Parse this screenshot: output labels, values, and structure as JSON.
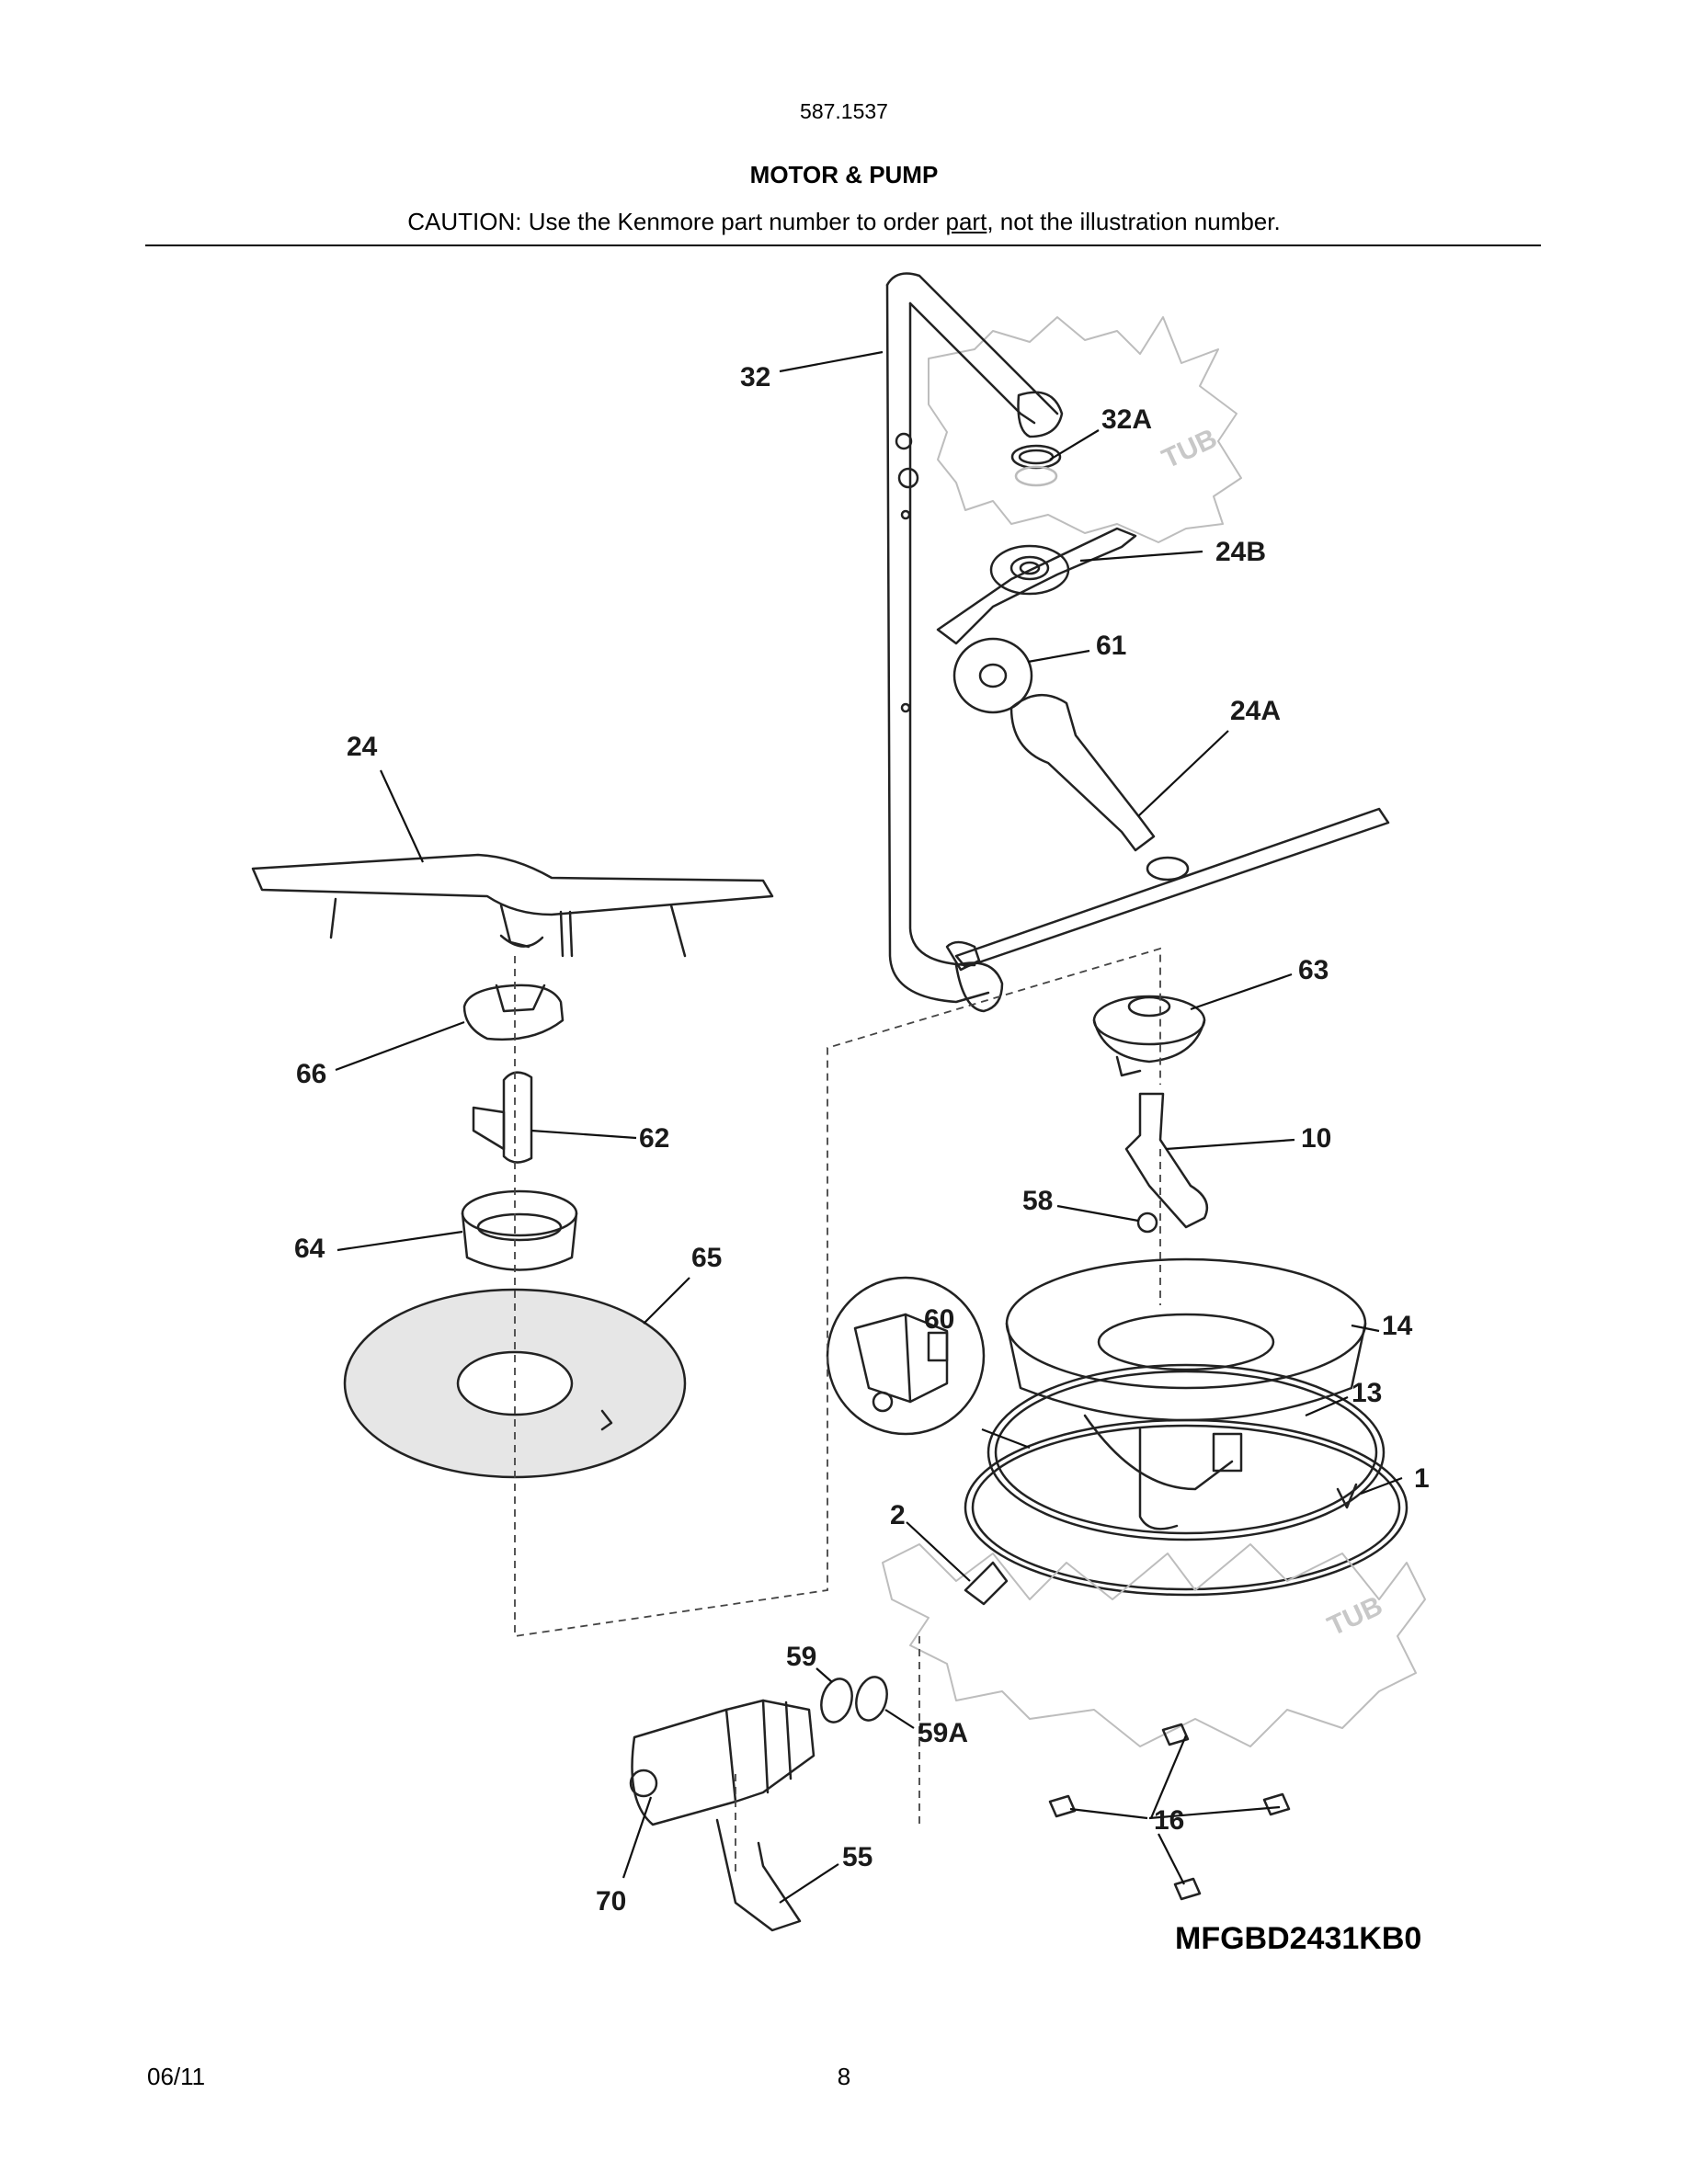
{
  "header": {
    "model_code": "587.1537",
    "section_title": "MOTOR & PUMP",
    "caution_prefix": "CAUTION: Use the Kenmore part number to order ",
    "caution_underlined": "part",
    "caution_suffix": ", not the illustration number."
  },
  "tub_label": "TUB",
  "callouts": [
    "32",
    "32A",
    "24B",
    "61",
    "24A",
    "24",
    "63",
    "66",
    "62",
    "10",
    "58",
    "64",
    "65",
    "60",
    "14",
    "13",
    "1",
    "2",
    "59",
    "59A",
    "16",
    "55",
    "70"
  ],
  "model_number": "MFGBD2431KB0",
  "footer": {
    "date": "06/11",
    "page": "8"
  }
}
